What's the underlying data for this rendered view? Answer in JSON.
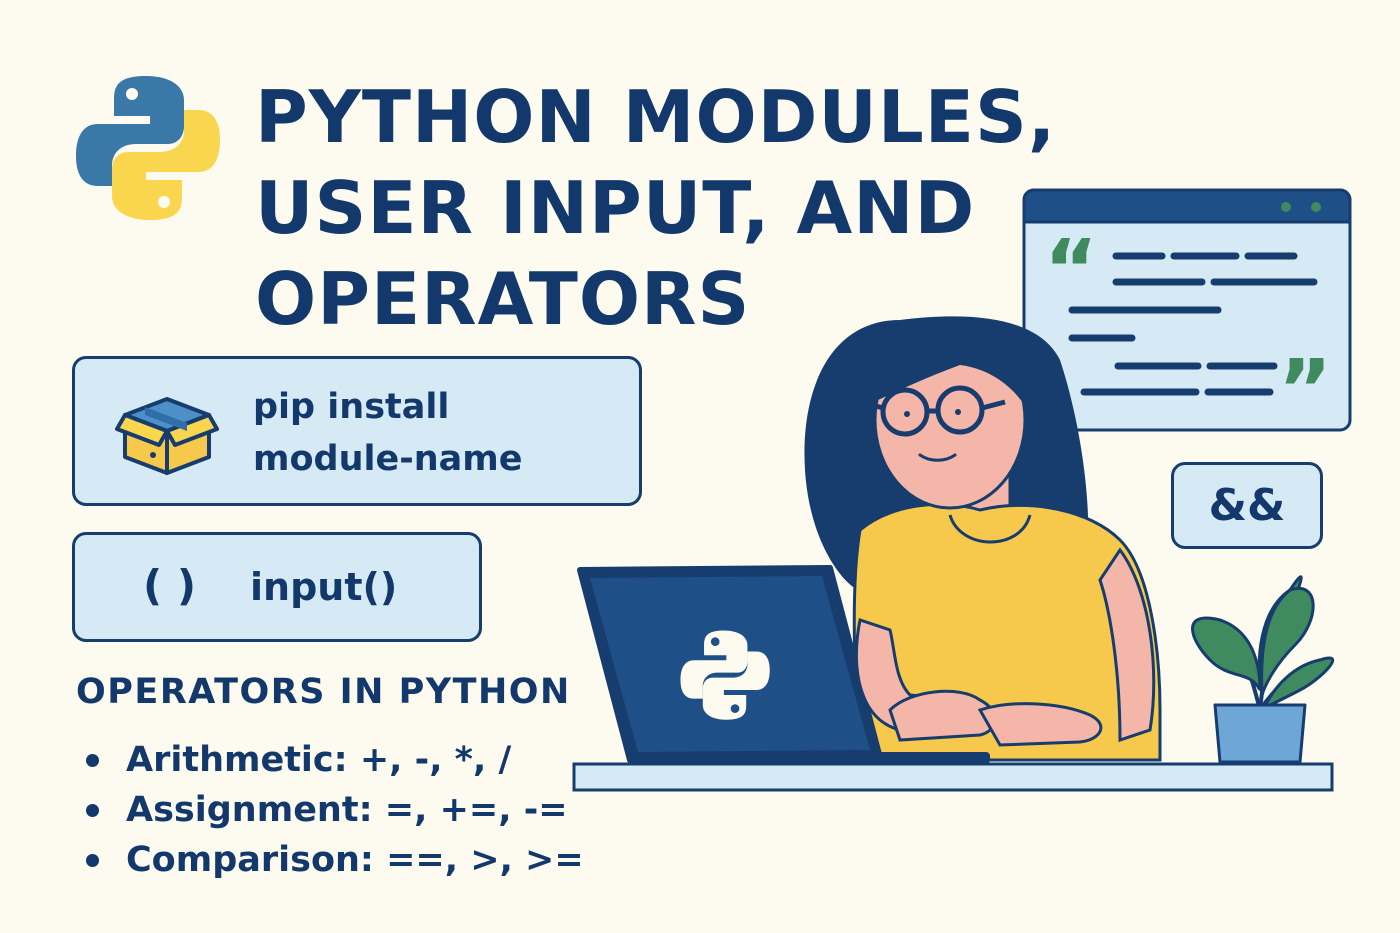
{
  "title": {
    "line1": "PYTHON MODULES,",
    "line2": "USER INPUT, AND",
    "line3": "OPERATORS"
  },
  "pip_card": {
    "icon": "package-box-icon",
    "line1": "pip install",
    "line2": "module-name"
  },
  "input_card": {
    "glyph": "( )",
    "label": "input()"
  },
  "operators": {
    "heading": "OPERATORS IN PYTHON",
    "items": [
      "Arithmetic: +, -, *, /",
      "Assignment: =, +=, -=",
      "Comparison: ==, >, >="
    ]
  },
  "badge": {
    "label": "&&"
  },
  "code_window": {
    "open_quote": "“",
    "close_quote": "”"
  },
  "colors": {
    "background": "#fdfbef",
    "navy": "#13386b",
    "light_blue": "#d5eaf4",
    "python_blue": "#3a78a8",
    "python_yellow": "#fad54e",
    "shirt_yellow": "#f6c94c",
    "leaf_green": "#3f8b5f"
  }
}
